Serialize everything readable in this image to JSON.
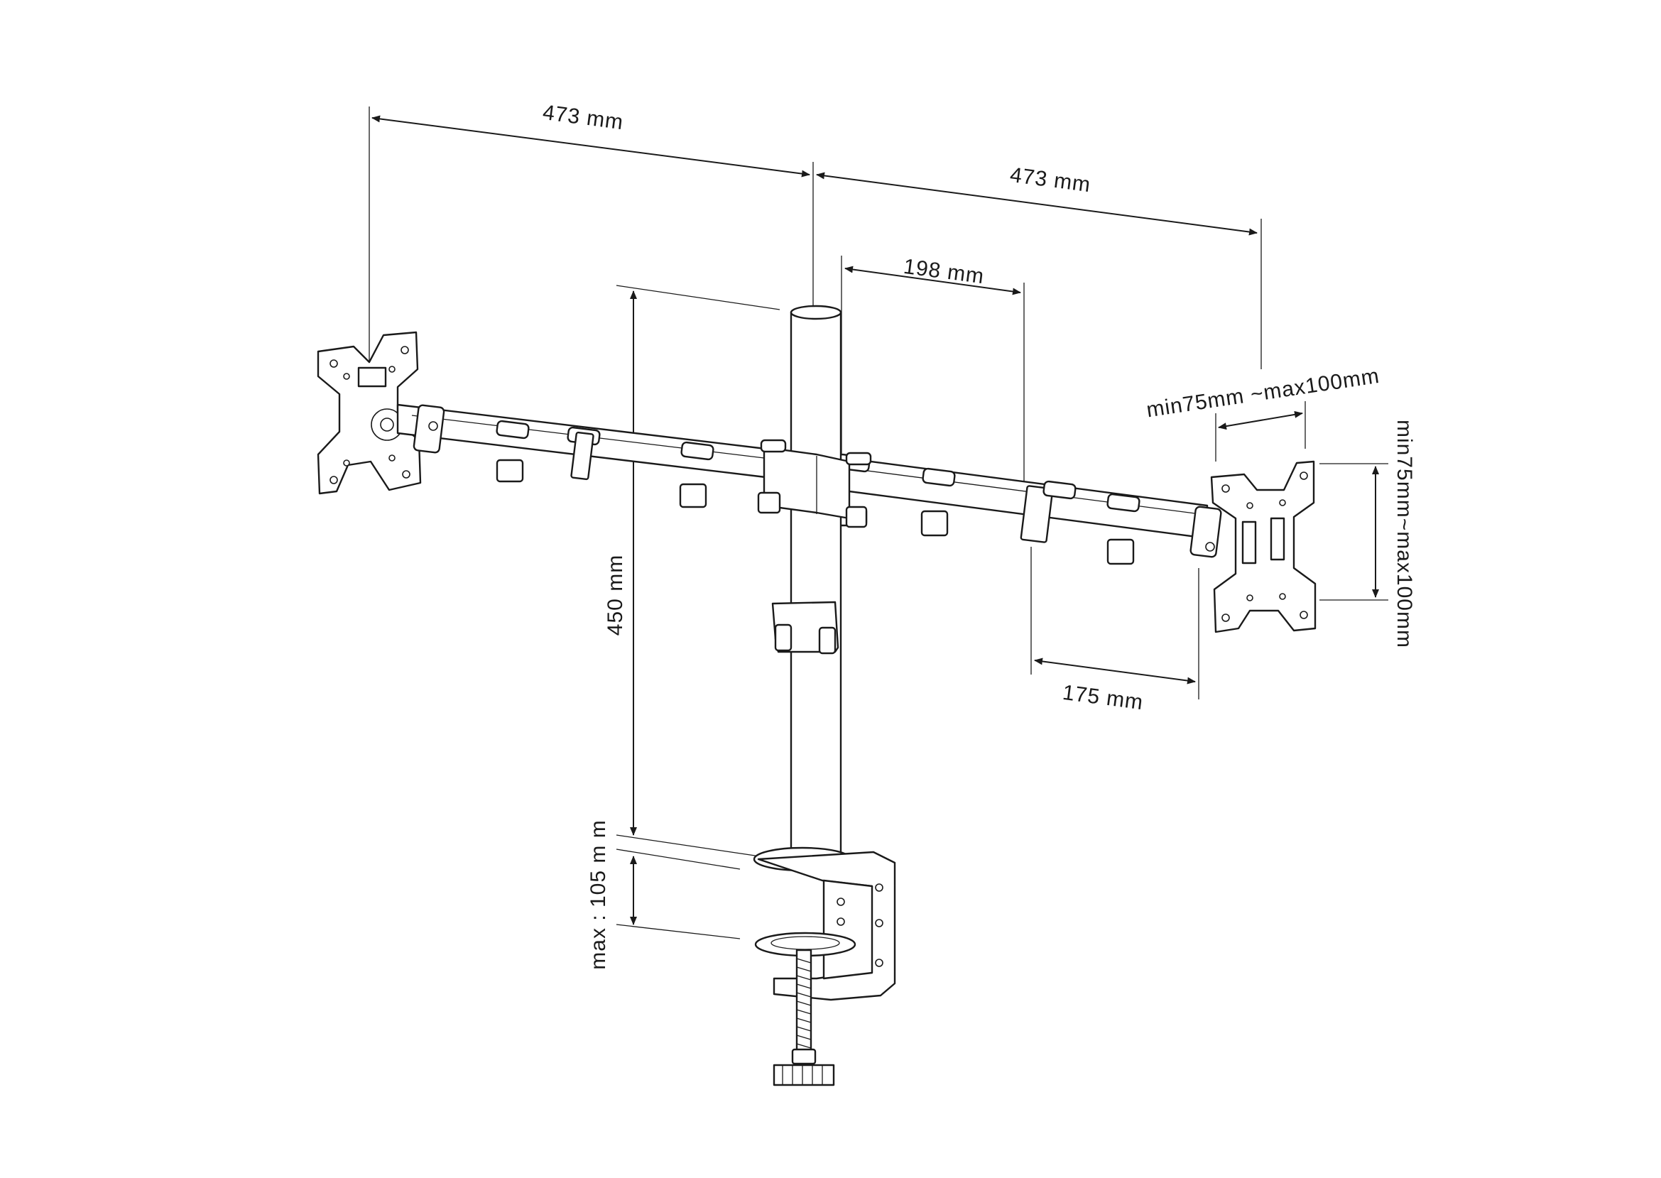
{
  "diagram": {
    "subject": "dual-monitor-desk-mount",
    "dimensions": {
      "left_arm_span": "473 mm",
      "right_arm_span": "473 mm",
      "inner_arm_length": "198 mm",
      "outer_arm_length": "175 mm",
      "pole_height": "450 mm",
      "clamp_range": "max : 105 m m",
      "vesa_horizontal": "min75mm ~max100mm",
      "vesa_vertical": "min75mm~max100mm"
    }
  }
}
